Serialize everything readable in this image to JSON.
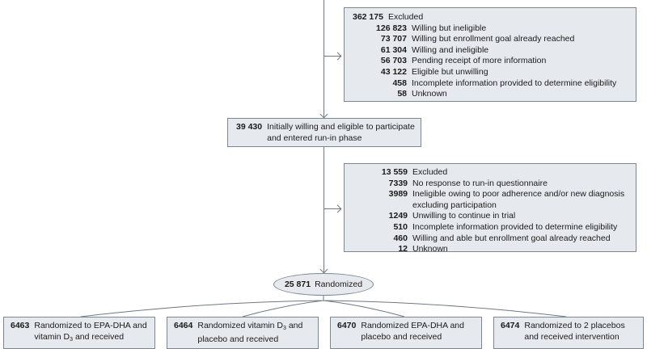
{
  "excluded1": {
    "total": "362 175",
    "total_label": "Excluded",
    "items": [
      {
        "count": "126 823",
        "label": "Willing but ineligible"
      },
      {
        "count": "73 707",
        "label": "Willing but enrollment goal already reached"
      },
      {
        "count": "61 304",
        "label": "Willing and ineligible"
      },
      {
        "count": "56 703",
        "label": "Pending receipt of more information"
      },
      {
        "count": "43 122",
        "label": "Eligible but unwilling"
      },
      {
        "count": "458",
        "label": "Incomplete information provided to determine eligibility"
      },
      {
        "count": "58",
        "label": "Unknown"
      }
    ]
  },
  "run_in": {
    "count": "39 430",
    "line1": "Initially willing and eligible to participate",
    "line2": "and entered run-in phase"
  },
  "excluded2": {
    "total": "13 559",
    "total_label": "Excluded",
    "items": [
      {
        "count": "7339",
        "label": "No response to run-in questionnaire"
      },
      {
        "count": "3989",
        "label": "Ineligible owing to poor adherence and/or new diagnosis",
        "label2": "excluding participation"
      },
      {
        "count": "1249",
        "label": "Unwilling to continue in trial"
      },
      {
        "count": "510",
        "label": "Incomplete information provided to determine eligibility"
      },
      {
        "count": "460",
        "label": "Willing and able but enrollment goal already reached"
      },
      {
        "count": "12",
        "label": "Unknown"
      }
    ]
  },
  "randomized": {
    "count": "25 871",
    "label": "Randomized"
  },
  "arms": [
    {
      "count": "6463",
      "line1_a": "Randomized to EPA-DHA and",
      "line1_b": "",
      "line2_a": "vitamin D",
      "sub": "3",
      "line2_b": " and received"
    },
    {
      "count": "6464",
      "line1_a": "Randomized vitamin D",
      "sub": "3",
      "line1_b": " and",
      "line2_a": "placebo and received",
      "line2_b": ""
    },
    {
      "count": "6470",
      "line1_a": "Randomized EPA-DHA and",
      "line1_b": "",
      "line2_a": "placebo and received",
      "line2_b": ""
    },
    {
      "count": "6474",
      "line1_a": "Randomized to 2 placebos",
      "line1_b": "",
      "line2_a": "and received intervention",
      "line2_b": ""
    }
  ]
}
